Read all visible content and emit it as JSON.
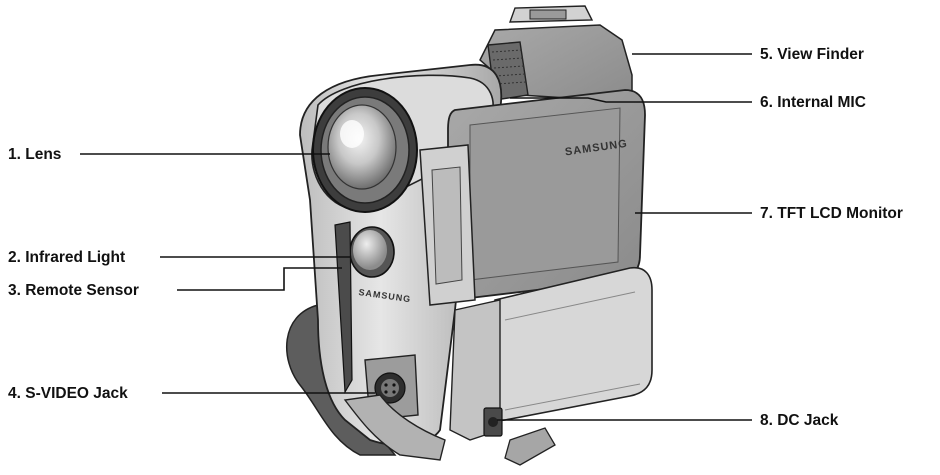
{
  "callouts": {
    "lens": "1. Lens",
    "infrared_light": "2. Infrared Light",
    "remote_sensor": "3. Remote Sensor",
    "s_video_jack": "4. S-VIDEO Jack",
    "view_finder": "5. View Finder",
    "internal_mic": "6. Internal MIC",
    "tft_lcd_monitor": "7. TFT LCD Monitor",
    "dc_jack": "8. DC Jack"
  },
  "branding": {
    "lcd_logo": "SAMSUNG",
    "body_logo": "SAMSUNG"
  }
}
